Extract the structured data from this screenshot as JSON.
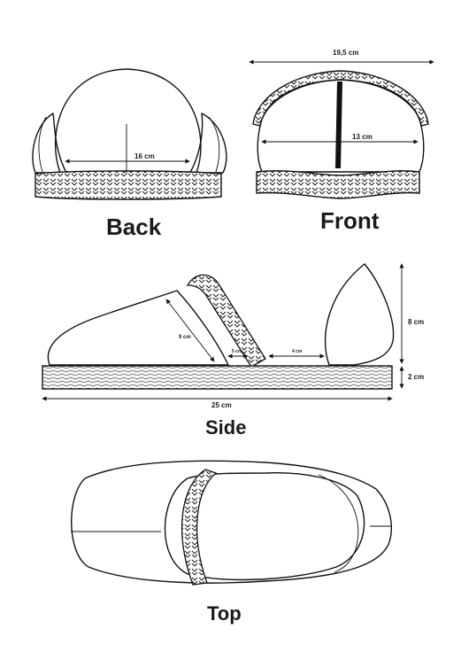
{
  "views": {
    "back": {
      "title": "Back",
      "dim_width": "16 cm"
    },
    "front": {
      "title": "Front",
      "dim_outer": "19,5 cm",
      "dim_inner": "13 cm"
    },
    "side": {
      "title": "Side",
      "dim_length": "25 cm",
      "dim_height": "8 cm",
      "dim_sole": "2 cm",
      "dim_heel": "9 cm",
      "dim_strap": "5 cm",
      "dim_gap": "4 cm"
    },
    "top": {
      "title": "Top"
    }
  },
  "colors": {
    "line": "#111111",
    "braid_fill": "#ffffff",
    "sole_fill": "#f2f2f2"
  }
}
